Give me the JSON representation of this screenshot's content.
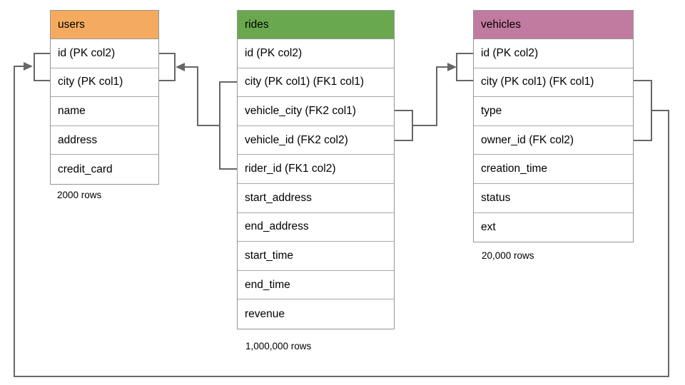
{
  "diagram": {
    "type": "database-schema",
    "tables": [
      {
        "name": "users",
        "header_color": "#F5AB5F",
        "rows": [
          "id (PK col2)",
          "city (PK col1)",
          "name",
          "address",
          "credit_card"
        ],
        "row_count": "2000 rows"
      },
      {
        "name": "rides",
        "header_color": "#6AA84F",
        "rows": [
          "id (PK col2)",
          "city (PK col1) (FK1 col1)",
          "vehicle_city (FK2 col1)",
          "vehicle_id (FK2 col2)",
          "rider_id (FK1 col2)",
          "start_address",
          "end_address",
          "start_time",
          "end_time",
          "revenue"
        ],
        "row_count": "1,000,000 rows"
      },
      {
        "name": "vehicles",
        "header_color": "#C27BA0",
        "rows": [
          "id (PK col2)",
          "city (PK col1) (FK col1)",
          "type",
          "owner_id (FK col2)",
          "creation_time",
          "status",
          "ext"
        ],
        "row_count": "20,000 rows"
      }
    ],
    "relationships": [
      {
        "label": "FK1",
        "from_table": "rides",
        "from_columns": [
          "city (PK col1) (FK1 col1)",
          "rider_id (FK1 col2)"
        ],
        "to_table": "users",
        "to_columns": [
          "id (PK col2)",
          "city (PK col1)"
        ]
      },
      {
        "label": "FK2",
        "from_table": "rides",
        "from_columns": [
          "vehicle_city (FK2 col1)",
          "vehicle_id (FK2 col2)"
        ],
        "to_table": "vehicles",
        "to_columns": [
          "id (PK col2)",
          "city (PK col1) (FK col1)"
        ]
      },
      {
        "label": "FK",
        "from_table": "vehicles",
        "from_columns": [
          "city (PK col1) (FK col1)",
          "owner_id (FK col2)"
        ],
        "to_table": "users",
        "to_columns": [
          "id (PK col2)",
          "city (PK col1)"
        ]
      }
    ],
    "colors": {
      "connector": "#666666",
      "table_border": "#949494",
      "row_divider": "#A8A8A8",
      "background": "#FFFFFF"
    }
  }
}
